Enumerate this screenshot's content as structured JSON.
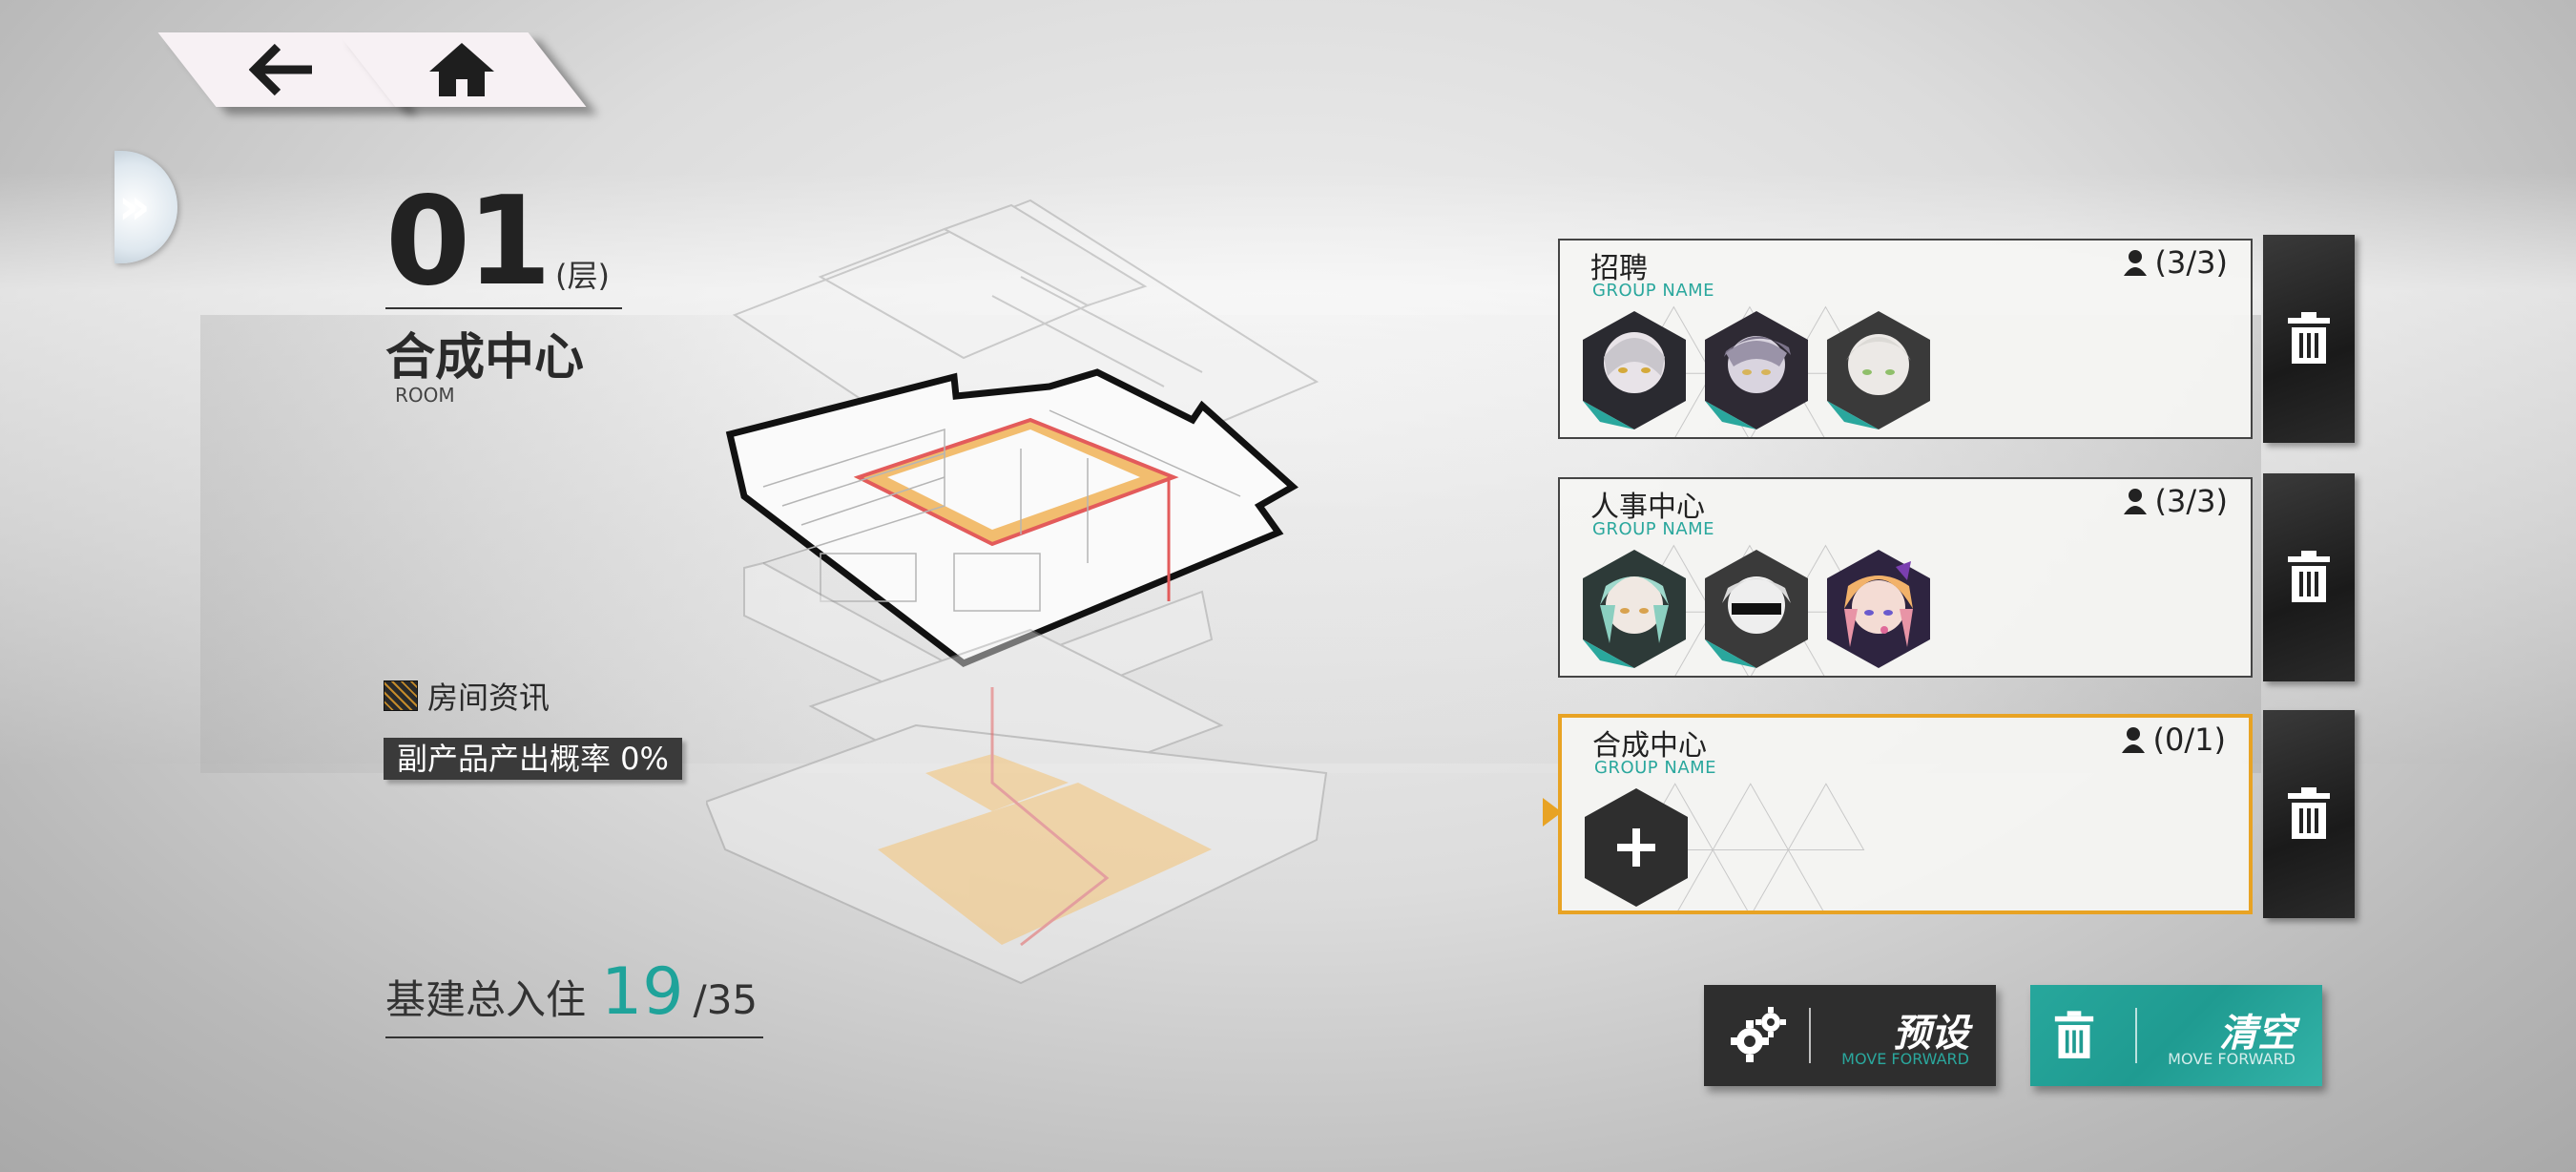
{
  "nav": {
    "back_icon": "arrow-left-icon",
    "home_icon": "home-icon",
    "side_tab_icon": "double-chevron-right-icon"
  },
  "room": {
    "floor_number": "01",
    "floor_unit": "(层)",
    "name": "合成中心",
    "label": "ROOM",
    "info_label": "房间资讯",
    "byproduct_text": "副产品产出概率 0%"
  },
  "total": {
    "label": "基建总入住",
    "current": "19",
    "max": "/35"
  },
  "groups": [
    {
      "title": "招聘",
      "subtitle": "GROUP NAME",
      "count": "(3/3)",
      "operators": [
        "operator-1",
        "operator-2",
        "operator-3"
      ]
    },
    {
      "title": "人事中心",
      "subtitle": "GROUP NAME",
      "count": "(3/3)",
      "operators": [
        "operator-4",
        "operator-5",
        "operator-6"
      ]
    },
    {
      "title": "合成中心",
      "subtitle": "GROUP NAME",
      "count": "(0/1)",
      "operators": []
    }
  ],
  "buttons": {
    "preset": {
      "label": "预设",
      "sub": "MOVE FORWARD"
    },
    "clear": {
      "label": "清空",
      "sub": "MOVE FORWARD"
    }
  },
  "colors": {
    "accent_teal": "#2aa79d",
    "highlight_orange": "#e8a324",
    "dark_panel": "#2e2e2e"
  }
}
